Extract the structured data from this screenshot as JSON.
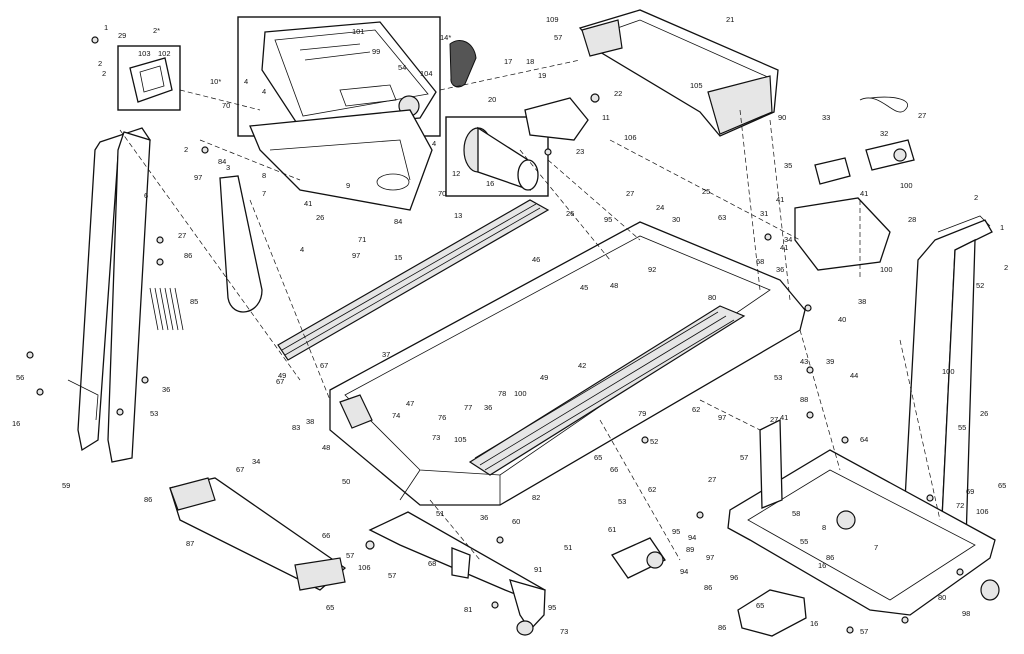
{
  "labels": [
    {
      "id": "l1",
      "t": "1"
    },
    {
      "id": "l29",
      "t": "29"
    },
    {
      "id": "l2a",
      "t": "2"
    },
    {
      "id": "l2star",
      "t": "2*"
    },
    {
      "id": "l103",
      "t": "103"
    },
    {
      "id": "l102",
      "t": "102"
    },
    {
      "id": "l2b",
      "t": "2"
    },
    {
      "id": "l2c",
      "t": "2"
    },
    {
      "id": "l6",
      "t": "6"
    },
    {
      "id": "l27a",
      "t": "27"
    },
    {
      "id": "l86a",
      "t": "86"
    },
    {
      "id": "l85",
      "t": "85"
    },
    {
      "id": "l56",
      "t": "56"
    },
    {
      "id": "l16a",
      "t": "16"
    },
    {
      "id": "l59",
      "t": "59"
    },
    {
      "id": "l53a",
      "t": "53"
    },
    {
      "id": "l36",
      "t": "36"
    },
    {
      "id": "l10star",
      "t": "10*"
    },
    {
      "id": "l101",
      "t": "101"
    },
    {
      "id": "l99",
      "t": "99"
    },
    {
      "id": "l54",
      "t": "54"
    },
    {
      "id": "l104",
      "t": "104"
    },
    {
      "id": "l4a",
      "t": "4"
    },
    {
      "id": "l4b",
      "t": "4"
    },
    {
      "id": "l70a",
      "t": "70"
    },
    {
      "id": "l84a",
      "t": "84"
    },
    {
      "id": "l97a",
      "t": "97"
    },
    {
      "id": "l3",
      "t": "3"
    },
    {
      "id": "l8",
      "t": "8"
    },
    {
      "id": "l7",
      "t": "7"
    },
    {
      "id": "l41a",
      "t": "41"
    },
    {
      "id": "l26a",
      "t": "26"
    },
    {
      "id": "l9",
      "t": "9"
    },
    {
      "id": "l4c",
      "t": "4"
    },
    {
      "id": "l4d",
      "t": "4"
    },
    {
      "id": "l70b",
      "t": "70"
    },
    {
      "id": "l71",
      "t": "71"
    },
    {
      "id": "l84b",
      "t": "84"
    },
    {
      "id": "l97b",
      "t": "97"
    },
    {
      "id": "l15",
      "t": "15"
    },
    {
      "id": "l14star",
      "t": "14*"
    },
    {
      "id": "l13",
      "t": "13"
    },
    {
      "id": "l12",
      "t": "12"
    },
    {
      "id": "l16b",
      "t": "16"
    },
    {
      "id": "l17",
      "t": "17"
    },
    {
      "id": "l18",
      "t": "18"
    },
    {
      "id": "l19",
      "t": "19"
    },
    {
      "id": "l57a",
      "t": "57"
    },
    {
      "id": "l20",
      "t": "20"
    },
    {
      "id": "l22",
      "t": "22"
    },
    {
      "id": "l11",
      "t": "11"
    },
    {
      "id": "l23",
      "t": "23"
    },
    {
      "id": "l106a",
      "t": "106"
    },
    {
      "id": "l109",
      "t": "109"
    },
    {
      "id": "l21",
      "t": "21"
    },
    {
      "id": "l105",
      "t": "105"
    },
    {
      "id": "l90",
      "t": "90"
    },
    {
      "id": "l27b",
      "t": "27"
    },
    {
      "id": "l33",
      "t": "33"
    },
    {
      "id": "l32",
      "t": "32"
    },
    {
      "id": "l35",
      "t": "35"
    },
    {
      "id": "l100a",
      "t": "100"
    },
    {
      "id": "l25",
      "t": "25"
    },
    {
      "id": "l26b",
      "t": "26"
    },
    {
      "id": "l27c",
      "t": "27"
    },
    {
      "id": "l24",
      "t": "24"
    },
    {
      "id": "l95a",
      "t": "95"
    },
    {
      "id": "l63",
      "t": "63"
    },
    {
      "id": "l30",
      "t": "30"
    },
    {
      "id": "l31",
      "t": "31"
    },
    {
      "id": "l34",
      "t": "34"
    },
    {
      "id": "l41b",
      "t": "41"
    },
    {
      "id": "l41c",
      "t": "41"
    },
    {
      "id": "l41d",
      "t": "41"
    },
    {
      "id": "l100b",
      "t": "100"
    },
    {
      "id": "l68",
      "t": "68"
    },
    {
      "id": "l36b",
      "t": "36"
    },
    {
      "id": "l2d",
      "t": "2"
    },
    {
      "id": "l28",
      "t": "28"
    },
    {
      "id": "l1b",
      "t": "1"
    },
    {
      "id": "l2e",
      "t": "2"
    },
    {
      "id": "l52",
      "t": "52"
    },
    {
      "id": "l46",
      "t": "46"
    },
    {
      "id": "l45",
      "t": "45"
    },
    {
      "id": "l92",
      "t": "92"
    },
    {
      "id": "l48",
      "t": "48"
    },
    {
      "id": "l49a",
      "t": "49"
    },
    {
      "id": "l80a",
      "t": "80"
    },
    {
      "id": "l37",
      "t": "37"
    },
    {
      "id": "l38",
      "t": "38"
    },
    {
      "id": "l40",
      "t": "40"
    },
    {
      "id": "l39",
      "t": "39"
    },
    {
      "id": "l44",
      "t": "44"
    },
    {
      "id": "l43",
      "t": "43"
    },
    {
      "id": "l53b",
      "t": "53"
    },
    {
      "id": "l88",
      "t": "88"
    },
    {
      "id": "l100c",
      "t": "100"
    },
    {
      "id": "l67a",
      "t": "67"
    },
    {
      "id": "l47",
      "t": "47"
    },
    {
      "id": "l49b",
      "t": "49"
    },
    {
      "id": "l42",
      "t": "42"
    },
    {
      "id": "l62",
      "t": "62"
    },
    {
      "id": "l79",
      "t": "79"
    },
    {
      "id": "l74",
      "t": "74"
    },
    {
      "id": "l83",
      "t": "83"
    },
    {
      "id": "l38b",
      "t": "38"
    },
    {
      "id": "l76",
      "t": "76"
    },
    {
      "id": "l77",
      "t": "77"
    },
    {
      "id": "l36c",
      "t": "36"
    },
    {
      "id": "l78",
      "t": "78"
    },
    {
      "id": "l100d",
      "t": "100"
    },
    {
      "id": "l73a",
      "t": "73"
    },
    {
      "id": "l105b",
      "t": "105"
    },
    {
      "id": "l48b",
      "t": "48"
    },
    {
      "id": "l67b",
      "t": "67"
    },
    {
      "id": "l52b",
      "t": "52"
    },
    {
      "id": "l97c",
      "t": "97"
    },
    {
      "id": "l27d",
      "t": "27"
    },
    {
      "id": "l27e",
      "t": "27"
    },
    {
      "id": "l57b",
      "t": "57"
    },
    {
      "id": "l41e",
      "t": "41"
    },
    {
      "id": "l26c",
      "t": "26"
    },
    {
      "id": "l55a",
      "t": "55"
    },
    {
      "id": "l64",
      "t": "64"
    },
    {
      "id": "l65a",
      "t": "65"
    },
    {
      "id": "l66a",
      "t": "66"
    },
    {
      "id": "l62b",
      "t": "62"
    },
    {
      "id": "l53c",
      "t": "53"
    },
    {
      "id": "l82",
      "t": "82"
    },
    {
      "id": "l36d",
      "t": "36"
    },
    {
      "id": "l34b",
      "t": "34"
    },
    {
      "id": "l67c",
      "t": "67"
    },
    {
      "id": "l50",
      "t": "50"
    },
    {
      "id": "l51a",
      "t": "51"
    },
    {
      "id": "l60",
      "t": "60"
    },
    {
      "id": "l51b",
      "t": "51"
    },
    {
      "id": "l61",
      "t": "61"
    },
    {
      "id": "l95b",
      "t": "95"
    },
    {
      "id": "l94a",
      "t": "94"
    },
    {
      "id": "l89",
      "t": "89"
    },
    {
      "id": "l94b",
      "t": "94"
    },
    {
      "id": "l97d",
      "t": "97"
    },
    {
      "id": "l96",
      "t": "96"
    },
    {
      "id": "l86b",
      "t": "86"
    },
    {
      "id": "l16c",
      "t": "16"
    },
    {
      "id": "l55b",
      "t": "55"
    },
    {
      "id": "l58",
      "t": "58"
    },
    {
      "id": "l8b",
      "t": "8"
    },
    {
      "id": "l7b",
      "t": "7"
    },
    {
      "id": "l106b",
      "t": "106"
    },
    {
      "id": "l72",
      "t": "72"
    },
    {
      "id": "l69",
      "t": "69"
    },
    {
      "id": "l65b",
      "t": "65"
    },
    {
      "id": "l86c",
      "t": "86"
    },
    {
      "id": "l87",
      "t": "87"
    },
    {
      "id": "l66b",
      "t": "66"
    },
    {
      "id": "l106c",
      "t": "106"
    },
    {
      "id": "l57c",
      "t": "57"
    },
    {
      "id": "l57d",
      "t": "57"
    },
    {
      "id": "l68b",
      "t": "68"
    },
    {
      "id": "l65c",
      "t": "65"
    },
    {
      "id": "l81",
      "t": "81"
    },
    {
      "id": "l91",
      "t": "91"
    },
    {
      "id": "l95c",
      "t": "95"
    },
    {
      "id": "l73b",
      "t": "73"
    },
    {
      "id": "l65d",
      "t": "65"
    },
    {
      "id": "l86d",
      "t": "86"
    },
    {
      "id": "l86e",
      "t": "86"
    },
    {
      "id": "l16d",
      "t": "16"
    },
    {
      "id": "l57e",
      "t": "57"
    },
    {
      "id": "l80b",
      "t": "80"
    },
    {
      "id": "l98",
      "t": "98"
    }
  ]
}
